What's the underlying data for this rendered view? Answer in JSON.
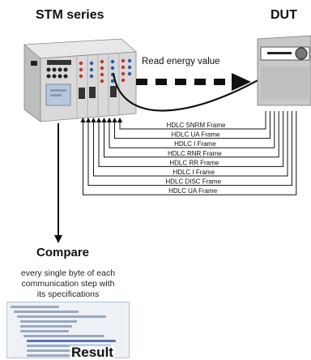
{
  "titles": {
    "stm": "STM series",
    "dut": "DUT",
    "compare": "Compare"
  },
  "read_energy_label": "Read energy value",
  "frames": [
    "HDLC SNRM Frame",
    "HDLC UA Frame",
    "HDLC I Frame",
    "HDLC RNR Frame",
    "HDLC RR Frame",
    "HDLC I Frame",
    "HDLC DISC Frame",
    "HDLC UA Frame"
  ],
  "compare_description": [
    "every single byte of each",
    "communication step with",
    "its specifications"
  ],
  "result_label": "Result",
  "colors": {
    "arrow": "#111111",
    "device_body": "#dcdcdc",
    "screen": "#b8c8dc",
    "dut_body": "#c8c8c8"
  }
}
